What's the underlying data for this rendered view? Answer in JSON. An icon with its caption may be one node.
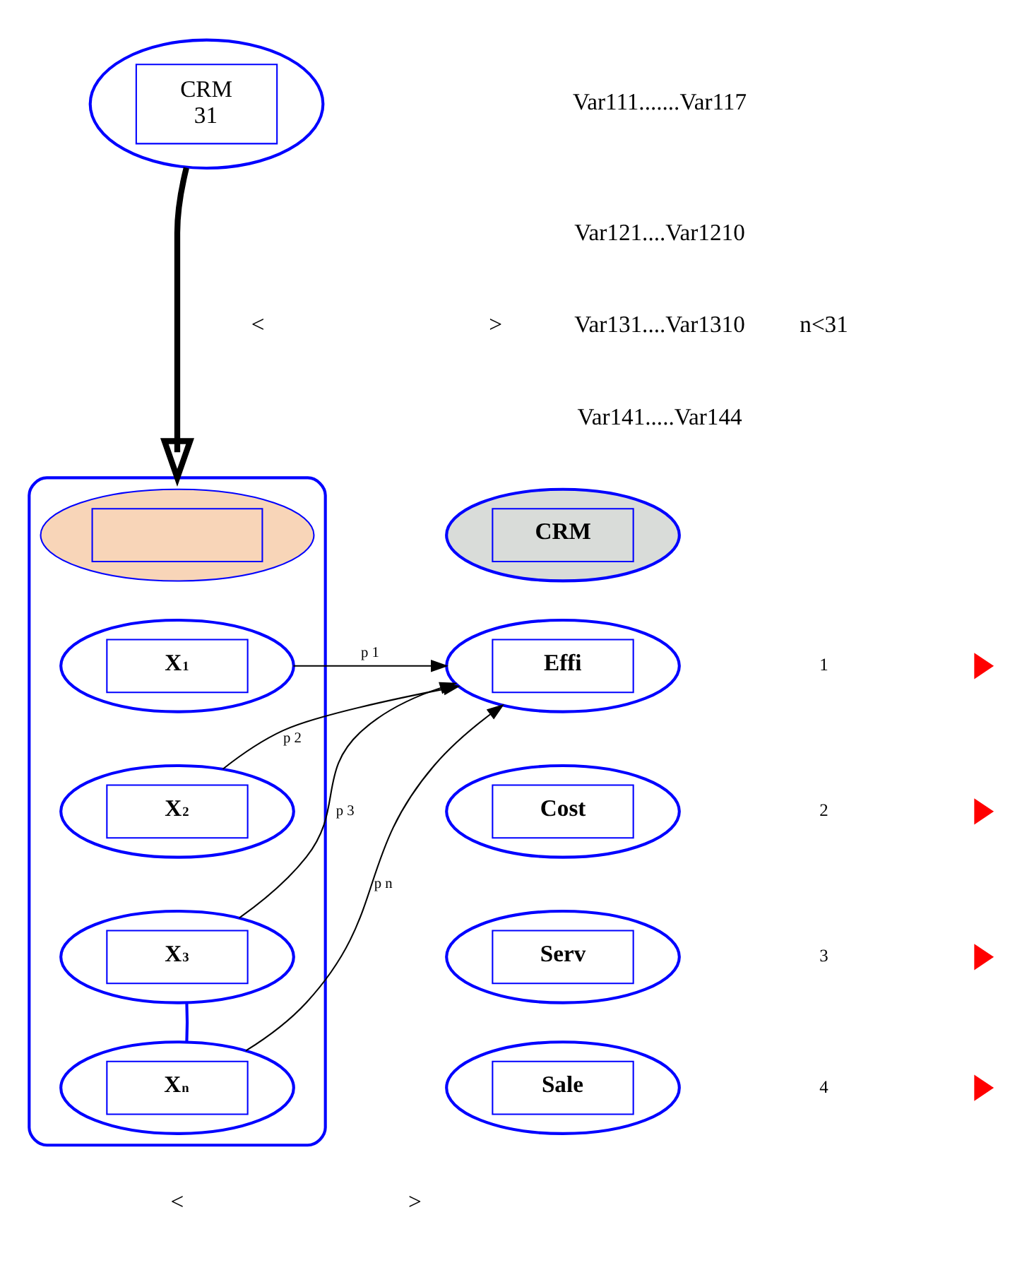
{
  "diagram": {
    "nodes": [
      {
        "text": [
          "CRM",
          "31"
        ]
      },
      {
        "text": [],
        "shape": "ellipse"
      },
      {
        "text": [],
        "shape": "ellipse",
        "in": 1
      },
      {
        "text": [
          "X$_{1}$"
        ],
        "in": 1
      },
      {
        "text": [
          "X$_{2}$"
        ],
        "in": 1
      },
      {
        "text": [
          "X$_{3}$"
        ],
        "in": 1
      },
      {
        "text": [
          "X$_{n}$"
        ],
        "in": 1
      },
      {
        "text": [
          "CRM"
        ]
      },
      {
        "text": [
          "Effi"
        ]
      },
      {
        "text": [
          "Cost"
        ]
      },
      {
        "text": [
          "Serv"
        ]
      },
      {
        "text": [
          "Sale"
        ]
      },
      {
        "text": [],
        "shape": "triangle"
      },
      {
        "text": [],
        "shape": "triangle"
      },
      {
        "text": [],
        "shape": "triangle"
      },
      {
        "text": [],
        "shape": "triangle"
      }
    ],
    "edges": [
      {
        "from": 0,
        "to": 1,
        "arrow": "to",
        "style": "thick"
      },
      {
        "from": 3,
        "to": 8,
        "arrow": "to",
        "label": "p 1"
      },
      {
        "from": 4,
        "to": 8,
        "arrow": "to",
        "label": "p 2"
      },
      {
        "from": 5,
        "to": 8,
        "arrow": "to",
        "label": "p 3"
      },
      {
        "from": 6,
        "to": 8,
        "arrow": "to",
        "label": "p n"
      },
      {
        "from": 5,
        "to": 6,
        "arrow": "none",
        "color": "#0000ff"
      }
    ],
    "labels": [
      "Var111.......Var117",
      "Var121....Var1210",
      "Var131....Var1310",
      "Var141.....Var144",
      "<",
      ">",
      "n<31",
      "1",
      "2",
      "3",
      "4",
      "<",
      ">"
    ]
  }
}
